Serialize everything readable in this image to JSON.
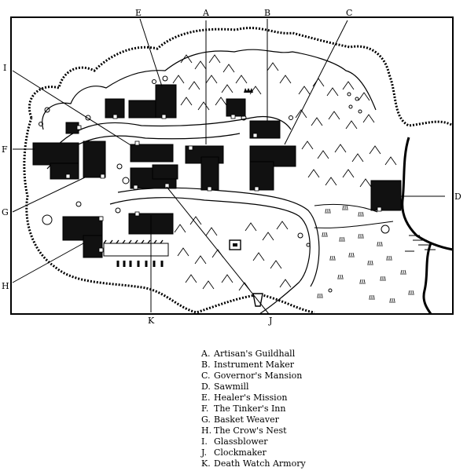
{
  "map": {
    "callouts": [
      {
        "letter": "A",
        "place": "Artisan's Guildhall"
      },
      {
        "letter": "B",
        "place": "Instrument Maker"
      },
      {
        "letter": "C",
        "place": "Governor's Mansion"
      },
      {
        "letter": "D",
        "place": "Sawmill"
      },
      {
        "letter": "E",
        "place": "Healer's Mission"
      },
      {
        "letter": "F",
        "place": "The Tinker's Inn"
      },
      {
        "letter": "G",
        "place": "Basket Weaver"
      },
      {
        "letter": "H",
        "place": "The Crow's Nest"
      },
      {
        "letter": "I",
        "place": "Glassblower"
      },
      {
        "letter": "J",
        "place": "Clockmaker"
      },
      {
        "letter": "K",
        "place": "Death Watch Armory"
      }
    ]
  },
  "legend": {
    "items": [
      {
        "letter": "A.",
        "name": "Artisan's Guildhall"
      },
      {
        "letter": "B.",
        "name": "Instrument Maker"
      },
      {
        "letter": "C.",
        "name": "Governor's Mansion"
      },
      {
        "letter": "D.",
        "name": "Sawmill"
      },
      {
        "letter": "E.",
        "name": "Healer's Mission"
      },
      {
        "letter": "F.",
        "name": "The Tinker's Inn"
      },
      {
        "letter": "G.",
        "name": "Basket Weaver"
      },
      {
        "letter": "H.",
        "name": "The Crow's Nest"
      },
      {
        "letter": "I.",
        "name": "Glassblower"
      },
      {
        "letter": "J.",
        "name": "Clockmaker"
      },
      {
        "letter": "K.",
        "name": "Death Watch Armory"
      }
    ]
  }
}
